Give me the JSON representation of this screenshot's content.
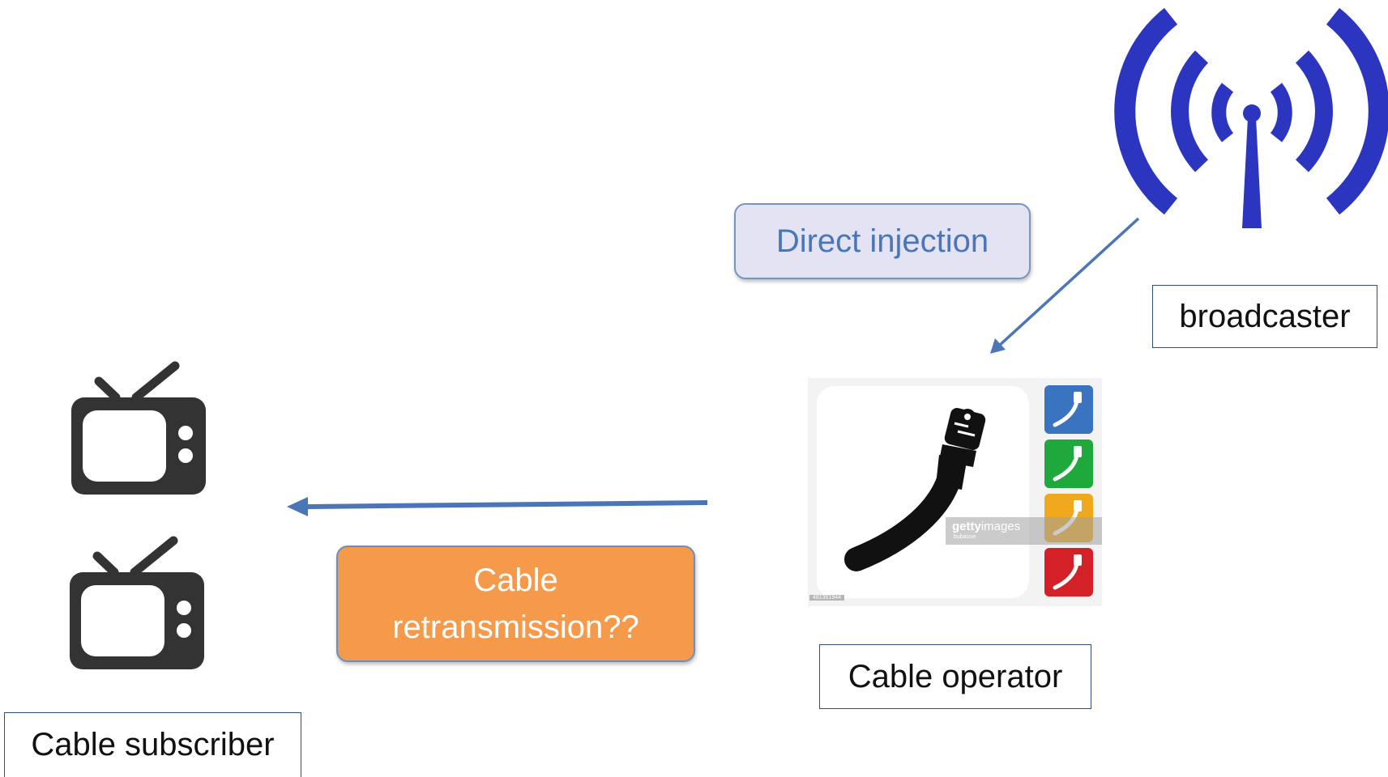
{
  "nodes": {
    "broadcaster": {
      "label": "broadcaster",
      "icon": "antenna-icon",
      "color": "#2c35c0"
    },
    "cable_operator": {
      "label": "Cable operator",
      "icon": "coaxial-cable-icon"
    },
    "cable_subscriber": {
      "label": "Cable subscriber",
      "icon": "tv-icon"
    }
  },
  "edges": {
    "direct_injection": {
      "label": "Direct injection",
      "from": "broadcaster",
      "to": "cable_operator",
      "color": "#4a76b8"
    },
    "cable_retransmission": {
      "label_line1": "Cable",
      "label_line2": "retransmission??",
      "from": "cable_operator",
      "to": "cable_subscriber",
      "color": "#4a76b8"
    }
  },
  "stock_image": {
    "watermark_brand": "getty",
    "watermark_suffix": "images",
    "watermark_author": "bubaone",
    "image_id": "481361944",
    "swatch_colors": [
      "#3a73c0",
      "#1fa83c",
      "#f0a81c",
      "#d42027"
    ]
  },
  "colors": {
    "callout_blue_fill": "#e3e3f3",
    "callout_orange_fill": "#f49a4a",
    "arrow": "#4a76b8",
    "label_border": "#2f4f7a"
  }
}
